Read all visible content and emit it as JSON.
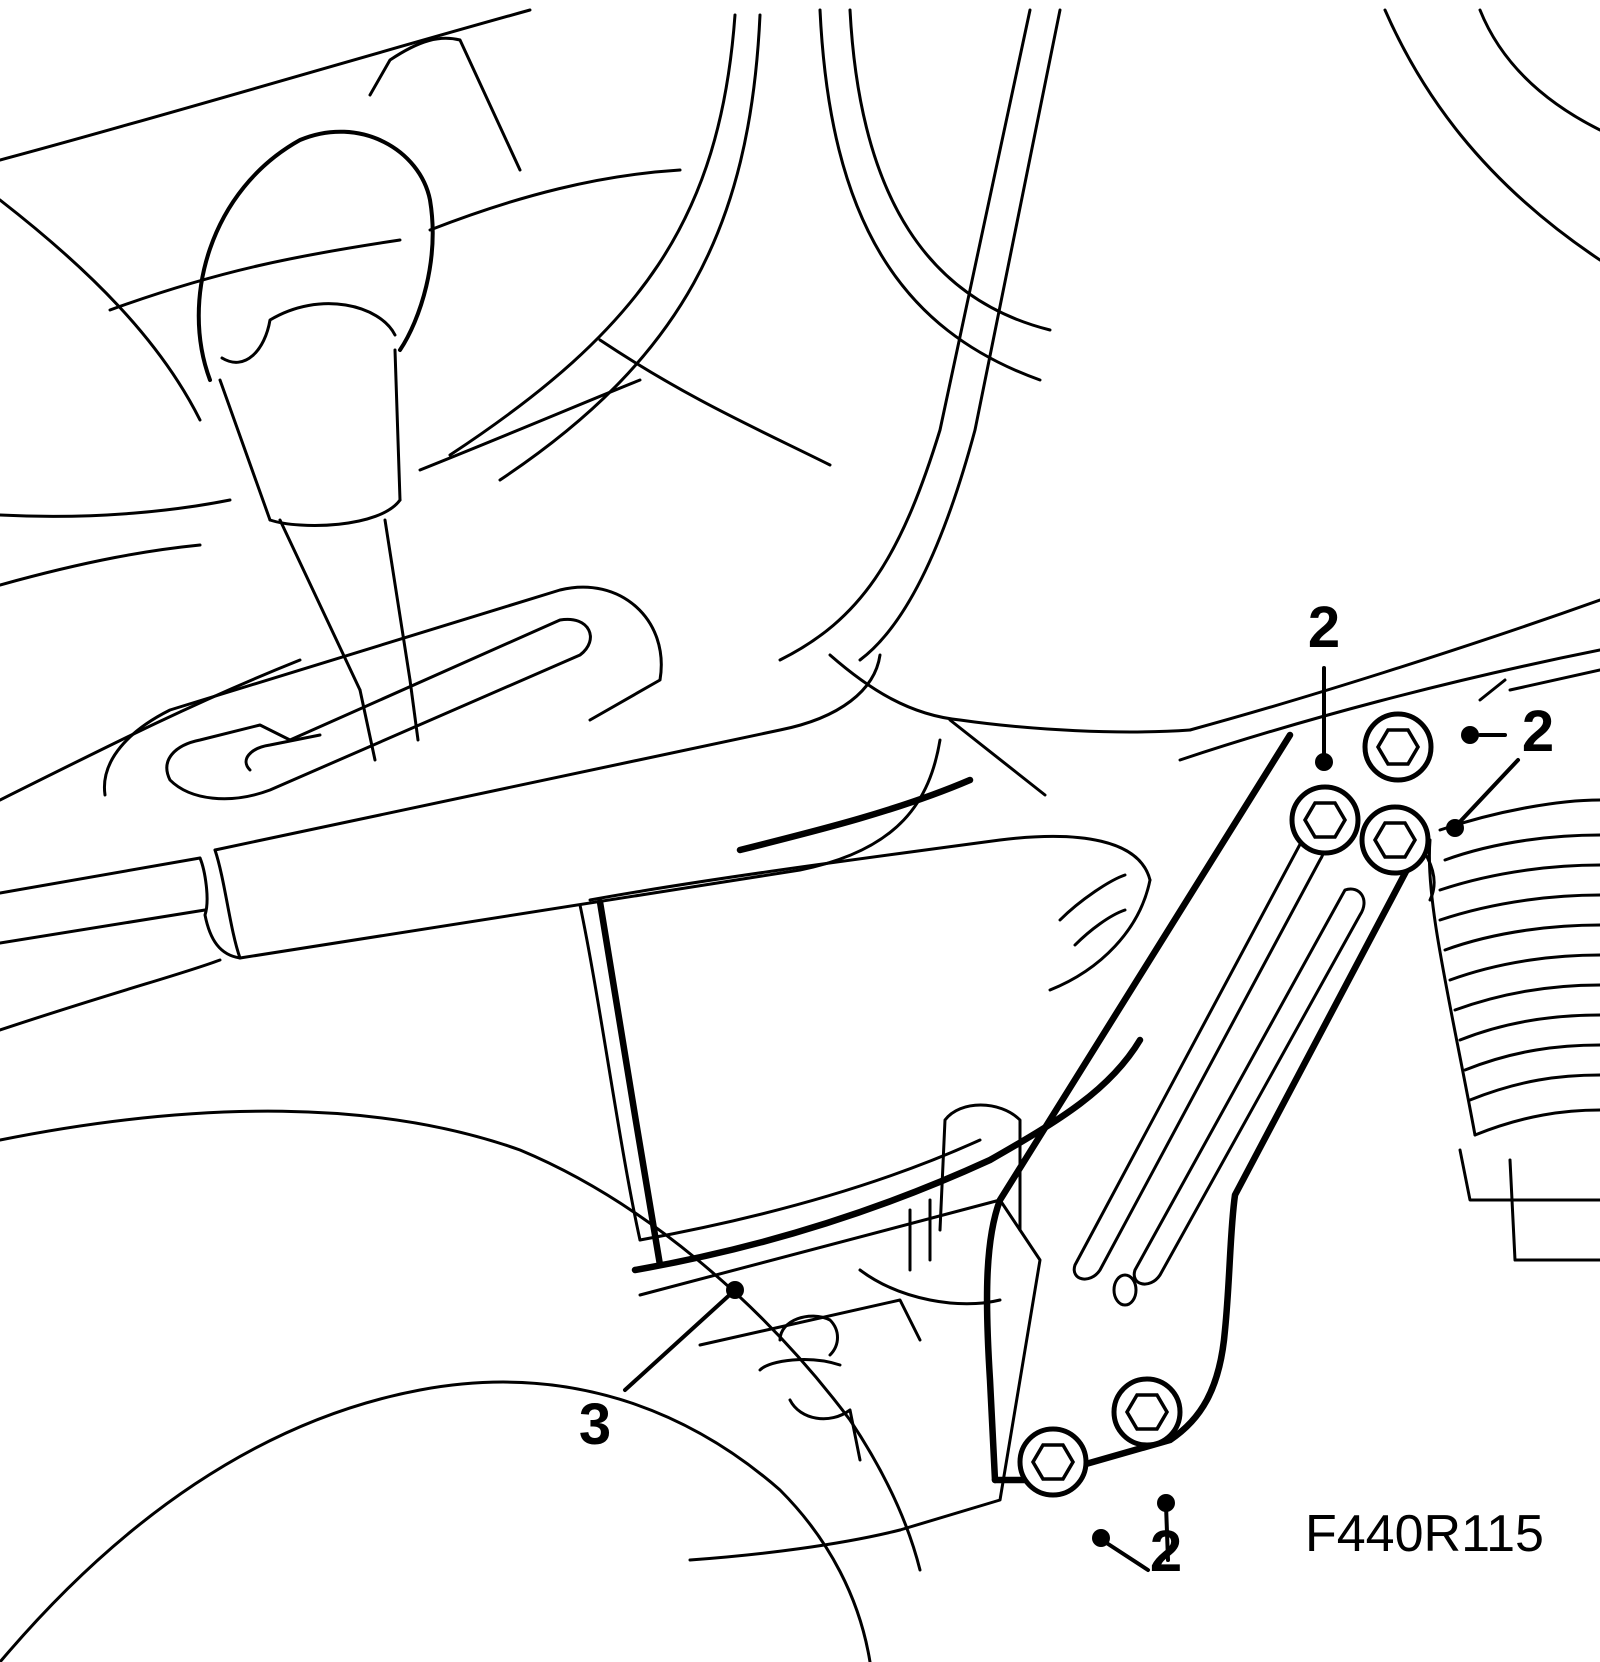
{
  "figure": {
    "id": "F440R115"
  },
  "callouts": [
    {
      "label": "2"
    },
    {
      "label": "2"
    },
    {
      "label": "2"
    },
    {
      "label": "3"
    }
  ]
}
